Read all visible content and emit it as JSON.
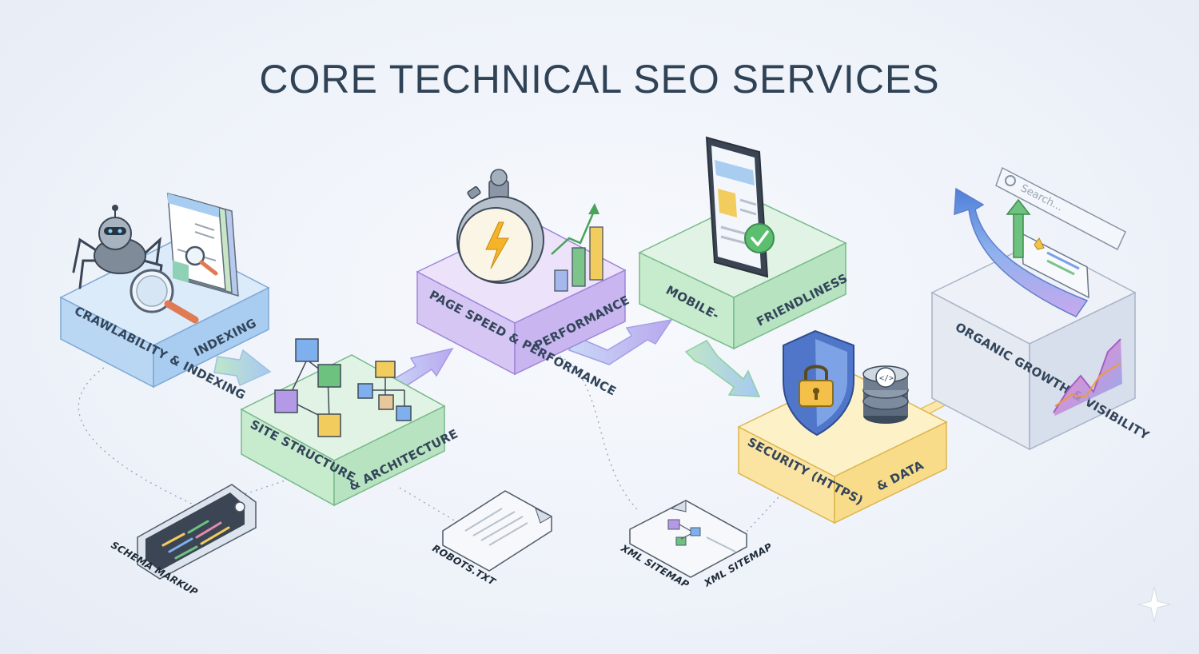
{
  "page": {
    "title": "CORE TECHNICAL SEO SERVICES"
  },
  "blocks": [
    {
      "label_left": "CRAWLABILITY & INDEXING",
      "label_right": "INDEXING",
      "color": "#a9cdf0",
      "icon": "spider-robot-icon"
    },
    {
      "label_left": "SITE STRUCTURE",
      "label_right": "& ARCHITECTURE",
      "color": "#b7e3c0",
      "icon": "sitemap-cubes-icon"
    },
    {
      "label_left": "PAGE SPEED & PERFORMANCE",
      "label_right": "PERFORMANCE",
      "color": "#c9b5ef",
      "icon": "stopwatch-icon"
    },
    {
      "label_left": "MOBILE-",
      "label_right": "FRIENDLINESS",
      "color": "#b7e3c0",
      "icon": "smartphone-icon"
    },
    {
      "label_left": "SECURITY (HTTPS)",
      "label_right": "& DATA",
      "color": "#f8dc8a",
      "icon": "shield-lock-icon"
    },
    {
      "label_right": "ORGANIC GROWTH & VISIBILITY",
      "color": "#dfe5f1",
      "icon": "growth-arrow-icon"
    }
  ],
  "documents": [
    {
      "label": "SCHEMA MARKUP",
      "icon": "code-tag-icon"
    },
    {
      "label": "ROBOTS.TXT",
      "icon": "text-file-icon"
    },
    {
      "label_left": "XML SITEMAP",
      "label_right": "XML SITEMAP",
      "icon": "sitemap-file-icon"
    }
  ],
  "search": {
    "placeholder": "Search..."
  },
  "colors": {
    "blue": "#a9cdf0",
    "green": "#b7e3c0",
    "purple": "#c9b5ef",
    "yellow": "#f8dc8a",
    "gray": "#dfe5f1",
    "ink": "#2f4256"
  }
}
